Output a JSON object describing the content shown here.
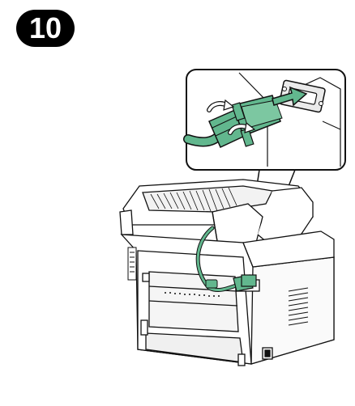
{
  "step": {
    "number": "10"
  },
  "colors": {
    "connector_green": "#62b78e",
    "connector_dark": "#2f7f5a",
    "outline": "#111111",
    "shade": "#e9e9e9",
    "background": "#ffffff"
  },
  "icons": {
    "step_badge": "step-number-badge",
    "printer": "mfp-printer-rear-view",
    "cable": "usb-cable",
    "callout": "zoom-callout-connector",
    "arrow": "insert-arrow-icon",
    "rotate": "rotate-screw-arrow-icon"
  }
}
